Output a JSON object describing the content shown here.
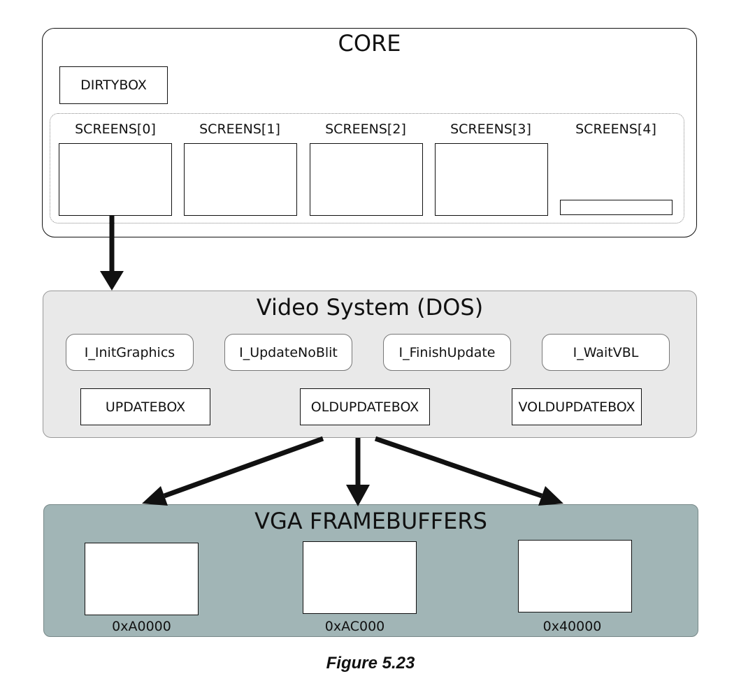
{
  "core": {
    "title": "CORE",
    "dirtybox": "DIRTYBOX",
    "screens": [
      "SCREENS[0]",
      "SCREENS[1]",
      "SCREENS[2]",
      "SCREENS[3]",
      "SCREENS[4]"
    ]
  },
  "video": {
    "title": "Video System (DOS)",
    "functions": [
      "I_InitGraphics",
      "I_UpdateNoBlit",
      "I_FinishUpdate",
      "I_WaitVBL"
    ],
    "boxes": [
      "UPDATEBOX",
      "OLDUPDATEBOX",
      "VOLDUPDATEBOX"
    ]
  },
  "vga": {
    "title": "VGA FRAMEBUFFERS",
    "addresses": [
      "0xA0000",
      "0xAC000",
      "0x40000"
    ]
  },
  "colors": {
    "video_panel": "#e9e9e9",
    "vga_panel": "#a1b5b6",
    "stroke": "#111111"
  },
  "caption": "Figure 5.23"
}
